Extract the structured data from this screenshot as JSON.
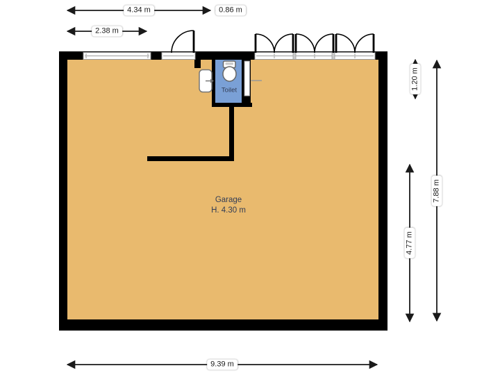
{
  "plan": {
    "type": "floor-plan",
    "rooms": {
      "garage": {
        "label": "Garage",
        "ceiling_height": "H. 4.30 m"
      },
      "toilet": {
        "label": "Toilet"
      }
    },
    "fixtures": [
      "toilet-icon",
      "sink-icon"
    ],
    "dimensions": {
      "top_garage_width": "4.34 m",
      "top_toilet_width": "0.86 m",
      "top_wall_segment": "2.38 m",
      "right_toilet_depth": "1.20 m",
      "right_total_depth": "7.88 m",
      "right_open_depth": "4.77 m",
      "bottom_total_width": "9.39 m"
    },
    "colors": {
      "wall": "#000000",
      "garage_floor": "#e9ba6e",
      "toilet_floor": "#7aa0d6",
      "window_fill": "#ffffff",
      "window_frame": "#999999",
      "room_text": "#333d55",
      "dimension_line": "#1a1a1a"
    }
  }
}
